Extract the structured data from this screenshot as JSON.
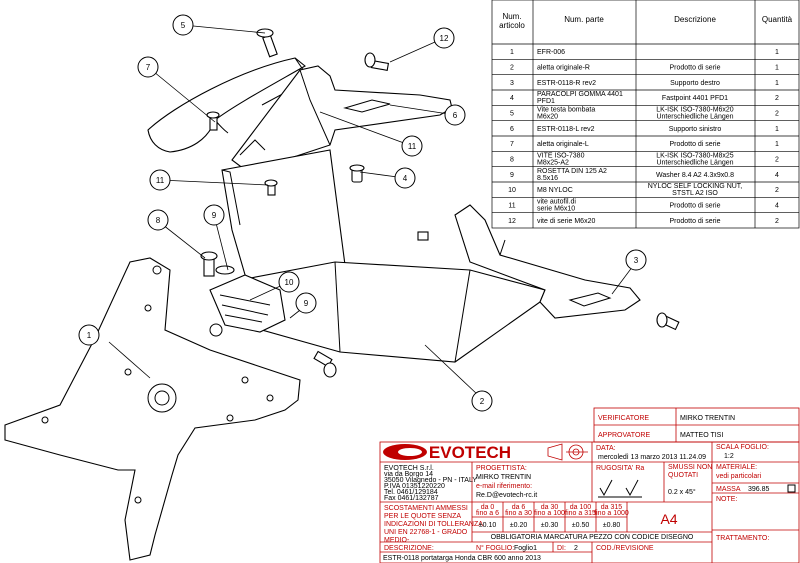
{
  "bom": {
    "headers": {
      "num": "Num. articolo",
      "part": "Num. parte",
      "desc": "Descrizione",
      "qty": "Quantità"
    },
    "rows": [
      {
        "n": "1",
        "part": "EFR-006",
        "desc": "",
        "qty": "1"
      },
      {
        "n": "2",
        "part": "aletta originale-R",
        "desc": "Prodotto di serie",
        "qty": "1"
      },
      {
        "n": "3",
        "part": "ESTR-0118-R rev2",
        "desc": "Supporto destro",
        "qty": "1"
      },
      {
        "n": "4",
        "part": "PARACOLPI GOMMA 4401 PFD1",
        "desc": "Fastpoint 4401 PFD1",
        "qty": "2"
      },
      {
        "n": "5",
        "part": "Vite testa bombata M6x20",
        "desc": "LK-ISK ISO-7380-M6x20 Unterschiedliche Längen",
        "qty": "2"
      },
      {
        "n": "6",
        "part": "ESTR-0118-L rev2",
        "desc": "Supporto sinistro",
        "qty": "1"
      },
      {
        "n": "7",
        "part": "aletta originale-L",
        "desc": "Prodotto di serie",
        "qty": "1"
      },
      {
        "n": "8",
        "part": "VITE ISO-7380 M8x25-A2",
        "desc": "LK-ISK ISO-7380-M8x25 Unterschiedliche Längen",
        "qty": "2"
      },
      {
        "n": "9",
        "part": "ROSETTA DIN 125 A2 8.5x16",
        "desc": "Washer 8.4 A2 4.3x9x0.8",
        "qty": "4"
      },
      {
        "n": "10",
        "part": "M8 NYLOC",
        "desc": "NYLOC SELF LOCKING NUT, STSTL A2 ISO",
        "qty": "2"
      },
      {
        "n": "11",
        "part": "vite autofil.di serie M6x10",
        "desc": "Prodotto di serie",
        "qty": "4"
      },
      {
        "n": "12",
        "part": "vite di serie M6x20",
        "desc": "Prodotto di serie",
        "qty": "2"
      }
    ]
  },
  "balloons": [
    "1",
    "2",
    "3",
    "4",
    "5",
    "6",
    "7",
    "8",
    "9",
    "9",
    "10",
    "11",
    "11",
    "12"
  ],
  "title_block": {
    "verificatore_label": "VERIFICATORE",
    "verificatore": "MIRKO TRENTIN",
    "approvatore_label": "APPROVATORE",
    "approvatore": "MATTEO TISI",
    "logo": "EVOTECH",
    "company": [
      "EVOTECH S.r.l.",
      "via da Borgo 14",
      "35050 Vilagnedo - PN - ITALY",
      "P.IVA 01351220220",
      "Tel. 0461/129184",
      "Fax 0461/132787"
    ],
    "progettista_label": "PROGETTISTA:",
    "progettista": "MIRKO TRENTIN",
    "email_label": "e-mail riferimento:",
    "email": "Re.D@evotech-rc.it",
    "data_label": "DATA:",
    "data": "mercoledì 13 marzo 2013 11.24.09",
    "scala_label": "SCALA FOGLIO:",
    "scala": "1:2",
    "rugosita_label": "RUGOSITA' Ra",
    "smussi_label": "SMUSSI NON QUOTATI",
    "smussi": "0.2 x 45°",
    "materiale_label": "MATERIALE:",
    "materiale": "vedi particolari",
    "massa_label": "MASSA",
    "massa": "396.85",
    "note_label": "NOTE:",
    "trattamento_label": "TRATTAMENTO:",
    "scost_label": "SCOSTAMENTI AMMESSI PER LE QUOTE SENZA INDICAZIONI DI TOLLERANZA UNI EN 22768-1 - GRADO MEDIO-",
    "tol_ranges": [
      "da 0 fino a 6",
      "da 6 fino a 30",
      "da 30 fino a 100",
      "da 100 fino a 315",
      "da 315 fino a 1000"
    ],
    "tol_values": [
      "±0.10",
      "±0.20",
      "±0.30",
      "±0.50",
      "±0.80"
    ],
    "format": "A4",
    "obbligatorio": "OBBLIGATORIA MARCATURA PEZZO CON CODICE DISEGNO",
    "descrizione_label": "DESCRIZIONE:",
    "descrizione": "ESTR-0118 portatarga Honda CBR 600 anno 2013",
    "foglio_label": "N° FOGLIO:",
    "foglio": "Foglio1",
    "di_label": "DI:",
    "di": "2",
    "cod_label": "COD./REVISIONE"
  }
}
